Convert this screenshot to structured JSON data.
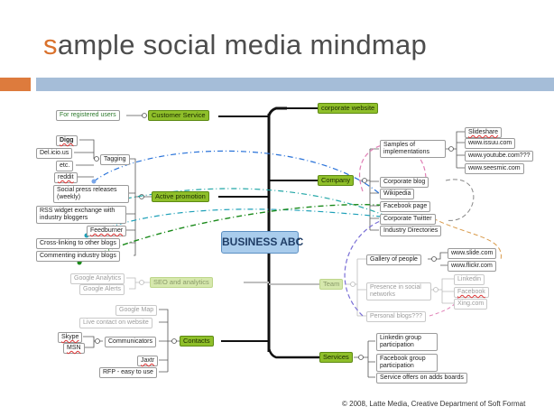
{
  "title": {
    "first": "s",
    "rest": "ample social media mindmap"
  },
  "center": "BUSINESS ABC",
  "branches": {
    "customer_service": {
      "label": "Customer Service",
      "children": [
        "For registered users"
      ]
    },
    "active_promotion": {
      "label": "Active promotion",
      "children": [
        "Digg",
        "Del.icio.us",
        "etc.",
        "reddit",
        "Tagging",
        "Social press releases (weekly)",
        "RSS widget exchange with industry bloggers",
        "Feedburner",
        "Cross-linking to other blogs",
        "Commenting industry blogs"
      ]
    },
    "seo": {
      "label": "SEO and analytics",
      "children": [
        "Google Analytics",
        "Google Alerts"
      ]
    },
    "contacts": {
      "label": "Contacts",
      "children": [
        "Google Map",
        "Live contact on website",
        "Communicators",
        "Skype",
        "MSN",
        "Jaxtr",
        "RFP - easy to use"
      ]
    },
    "corporate_website": {
      "label": "corporate website"
    },
    "company": {
      "label": "Company",
      "children": [
        "Samples of implementations",
        "Slideshare",
        "www.issuu.com",
        "www.youtube.com???",
        "www.seesmic.com",
        "Corporate blog",
        "Wikipedia",
        "Facebook page",
        "Corporate Twitter",
        "Industry Directories"
      ]
    },
    "team": {
      "label": "Team",
      "children": [
        "Gallery of people",
        "www.slide.com",
        "www.flickr.com",
        "Presence in social networks",
        "Linkedin",
        "Facebook",
        "Xing.com",
        "Personal blogs???"
      ]
    },
    "services": {
      "label": "Services",
      "children": [
        "Linkedin group participation",
        "Facebook group participation",
        "Service offers on adds boards"
      ]
    }
  },
  "copyright": "© 2008, Latte Media, Creative Department of Soft Format",
  "colors": {
    "accent_orange": "#dd7b3d",
    "bar_blue": "#a5bdd8",
    "branch_green": "#8fbf2a",
    "center_blue": "#a9ccec"
  }
}
